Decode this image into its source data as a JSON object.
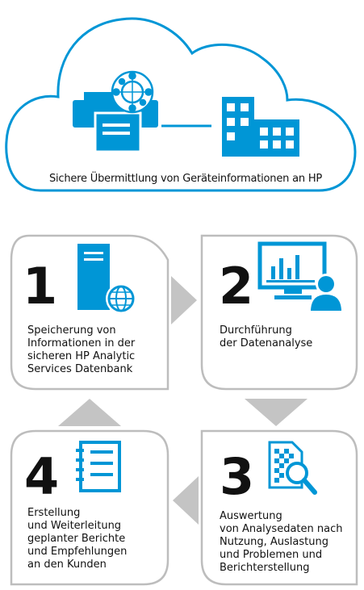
{
  "colors": {
    "accent": "#0096d6",
    "box_border": "#bdbdbd",
    "arrow": "#c4c4c4"
  },
  "cloud": {
    "caption": "Sichere Übermittlung von Geräteinformationen an HP",
    "icons": [
      "printer-icon",
      "network-globe-icon",
      "building-icon"
    ]
  },
  "steps": [
    {
      "number": "1",
      "icon": "server-globe-icon",
      "lines": [
        "Speicherung von",
        "Informationen in der",
        "sicheren HP Analytic",
        "Services Datenbank"
      ]
    },
    {
      "number": "2",
      "icon": "monitor-chart-user-icon",
      "lines": [
        "Durchführung",
        "der Datenanalyse"
      ]
    },
    {
      "number": "3",
      "icon": "document-magnifier-icon",
      "lines": [
        "Auswertung",
        "von Analysedaten nach",
        "Nutzung, Auslastung",
        "und Problemen und",
        "Berichterstellung"
      ]
    },
    {
      "number": "4",
      "icon": "notepad-icon",
      "lines": [
        "Erstellung",
        "und Weiterleitung",
        "geplanter Berichte",
        "und Empfehlungen",
        "an den Kunden"
      ]
    }
  ]
}
